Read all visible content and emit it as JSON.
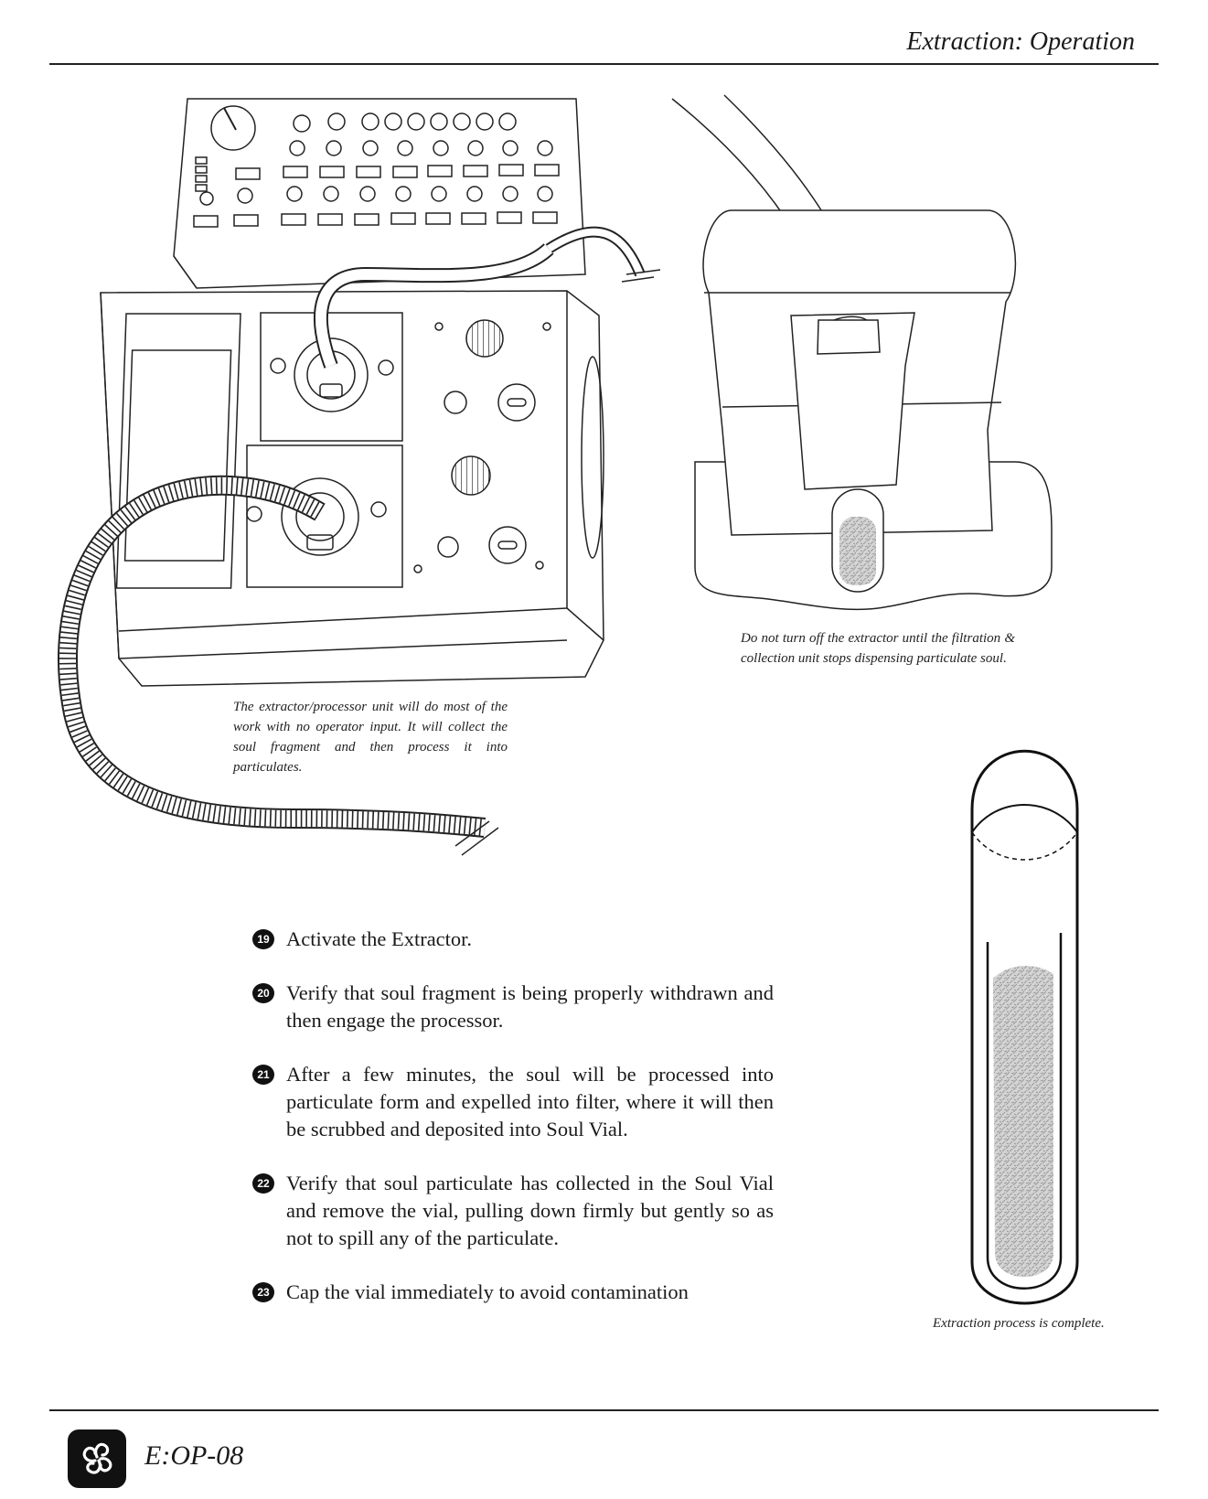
{
  "header": {
    "title": "Extraction: Operation"
  },
  "captions": {
    "extractor": "The extractor/processor unit will do most of the work with no operator input. It will collect the soul fragment and then process it into particulates.",
    "filtration": "Do not turn off the extractor until the filtration & collection unit stops dispensing particulate soul.",
    "vial": "Extraction process is complete."
  },
  "steps": [
    {
      "number": "19",
      "text": "Activate the Extractor."
    },
    {
      "number": "20",
      "text": "Verify that soul fragment is being properly withdrawn and then engage the processor."
    },
    {
      "number": "21",
      "text": "After a few minutes, the soul will be processed into particulate form and expelled into filter, where it will then be scrubbed and deposited into Soul Vial."
    },
    {
      "number": "22",
      "text": "Verify that soul particulate has collected in the Soul Vial and remove the vial, pulling down firmly but gently so as not to spill any of the particulate."
    },
    {
      "number": "23",
      "text": "Cap the vial immediately to avoid contamination"
    }
  ],
  "footer": {
    "page_code": "E:OP-08"
  },
  "icons": {
    "illustration_controller": "control-panel-illustration",
    "illustration_extractor": "extractor-unit-illustration",
    "illustration_filter": "filtration-unit-illustration",
    "illustration_vial": "soul-vial-illustration",
    "logo": "triskele-logo-icon"
  },
  "colors": {
    "ink": "#1a1a1a",
    "particulate": "#b8b8b8"
  }
}
